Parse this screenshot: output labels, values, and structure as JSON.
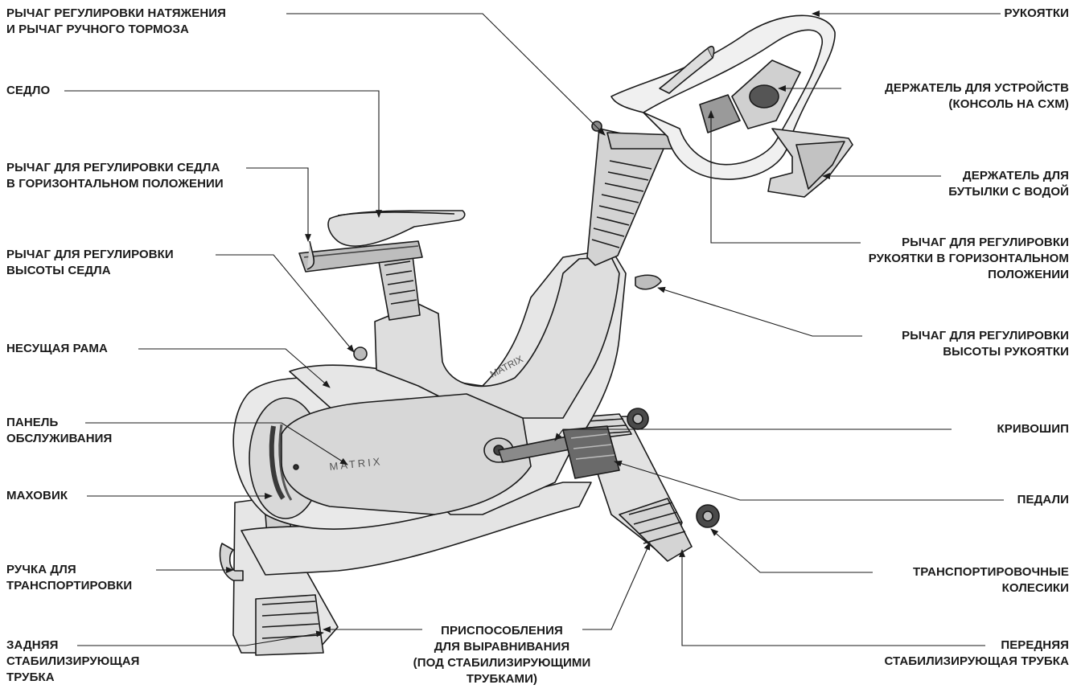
{
  "diagram": {
    "brand_mark": "MATRIX",
    "colors": {
      "line": "#1a1a1a",
      "frame_fill": "#e8e8e8",
      "panel_fill": "#dcdcdc",
      "dark": "#4a4a4a"
    },
    "labels": {
      "tension_brake": [
        "РЫЧАГ РЕГУЛИРОВКИ НАТЯЖЕНИЯ",
        "И РЫЧАГ РУЧНОГО ТОРМОЗА"
      ],
      "seat": [
        "СЕДЛО"
      ],
      "seat_horizontal": [
        "РЫЧАГ ДЛЯ РЕГУЛИРОВКИ СЕДЛА",
        "В ГОРИЗОНТАЛЬНОМ ПОЛОЖЕНИИ"
      ],
      "seat_height": [
        "РЫЧАГ ДЛЯ РЕГУЛИРОВКИ",
        "ВЫСОТЫ СЕДЛА"
      ],
      "frame": [
        "НЕСУЩАЯ РАМА"
      ],
      "service_panel": [
        "ПАНЕЛЬ",
        "ОБСЛУЖИВАНИЯ"
      ],
      "flywheel": [
        "МАХОВИК"
      ],
      "transport_handle": [
        "РУЧКА ДЛЯ",
        "ТРАНСПОРТИРОВКИ"
      ],
      "rear_stabilizer": [
        "ЗАДНЯЯ",
        "СТАБИЛИЗИРУЮЩАЯ",
        "ТРУБКА"
      ],
      "levelers": [
        "ПРИСПОСОБЛЕНИЯ",
        "ДЛЯ ВЫРАВНИВАНИЯ",
        "(ПОД СТАБИЛИЗИРУЮЩИМИ",
        "ТРУБКАМИ)"
      ],
      "handlebars": [
        "РУКОЯТКИ"
      ],
      "device_holder": [
        "ДЕРЖАТЕЛЬ ДЛЯ УСТРОЙСТВ",
        "(КОНСОЛЬ НА CXM)"
      ],
      "bottle_holder": [
        "ДЕРЖАТЕЛЬ ДЛЯ",
        "БУТЫЛКИ С ВОДОЙ"
      ],
      "handlebar_horizontal": [
        "РЫЧАГ ДЛЯ РЕГУЛИРОВКИ",
        "РУКОЯТКИ В ГОРИЗОНТАЛЬНОМ",
        "ПОЛОЖЕНИИ"
      ],
      "handlebar_height": [
        "РЫЧАГ ДЛЯ РЕГУЛИРОВКИ",
        "ВЫСОТЫ РУКОЯТКИ"
      ],
      "crank": [
        "КРИВОШИП"
      ],
      "pedals": [
        "ПЕДАЛИ"
      ],
      "wheels": [
        "ТРАНСПОРТИРОВОЧНЫЕ",
        "КОЛЕСИКИ"
      ],
      "front_stabilizer": [
        "ПЕРЕДНЯЯ",
        "СТАБИЛИЗИРУЮЩАЯ ТРУБКА"
      ]
    }
  }
}
